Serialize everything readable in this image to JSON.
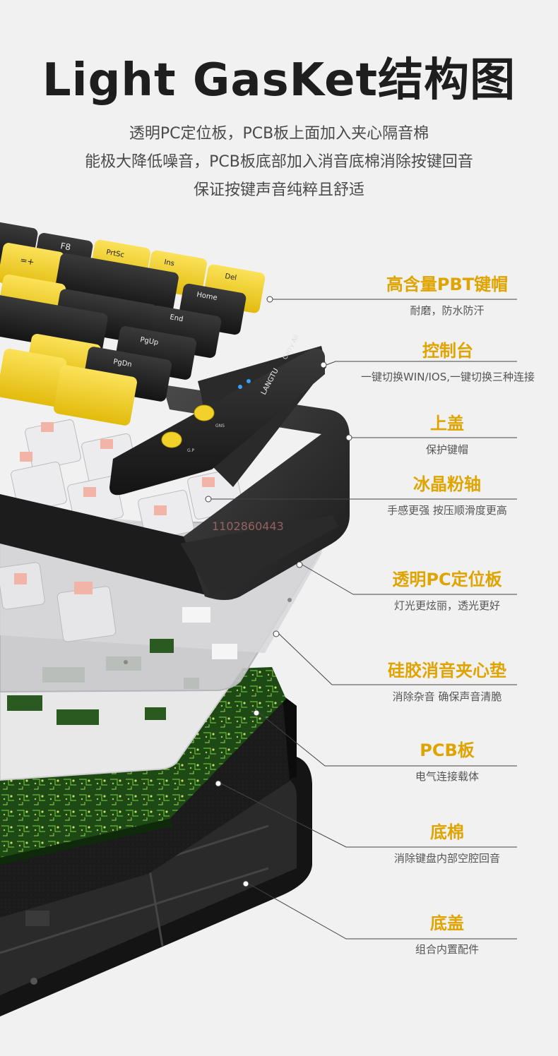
{
  "title": "Light GasKet结构图",
  "intro": {
    "line1": "透明PC定位板，PCB板上面加入夹心隔音棉",
    "line2": "能极大降低噪音，PCB板底部加入消音底棉消除按键回音",
    "line3": "保证按键声音纯粹且舒适"
  },
  "layers": [
    {
      "title": "高含量PBT键帽",
      "desc": "耐磨，防水防汗"
    },
    {
      "title": "控制台",
      "desc": "一键切换WIN/IOS,一键切换三种连接"
    },
    {
      "title": "上盖",
      "desc": "保护键帽"
    },
    {
      "title": "冰晶粉轴",
      "desc": "手感更强 按压顺滑度更高"
    },
    {
      "title": "透明PC定位板",
      "desc": "灯光更炫丽，透光更好"
    },
    {
      "title": "硅胶消音夹心垫",
      "desc": "消除杂音 确保声音清脆"
    },
    {
      "title": "PCB板",
      "desc": "电气连接载体"
    },
    {
      "title": "底棉",
      "desc": "消除键盘内部空腔回音"
    },
    {
      "title": "底盖",
      "desc": "组合内置配件"
    }
  ],
  "keycaps": {
    "row1": [
      "=+",
      "F8"
    ],
    "row2": [
      "PrtSc",
      "Ins",
      "Del"
    ],
    "row3": [
      "Home",
      "End",
      "PgUp",
      "PgDn"
    ]
  },
  "console": {
    "brand": "LANGTU",
    "side_text": "Carry All",
    "btn1": "G.P",
    "btn2": "GNS"
  },
  "watermark": "1102860443",
  "colors": {
    "accent": "#e0a400",
    "keycap_yellow": "#f2d22a",
    "keycap_black": "#1e1e1e",
    "pcb_green": "#1d4a14"
  }
}
